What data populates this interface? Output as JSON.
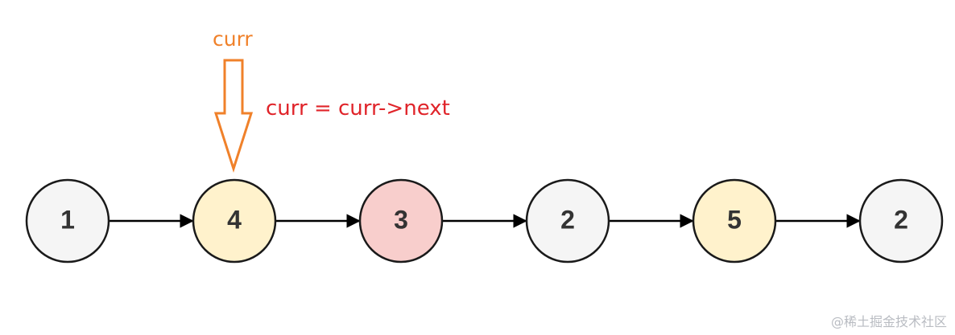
{
  "pointer": {
    "label": "curr",
    "color": "#f0812a",
    "target_index": 1
  },
  "operation": {
    "text": "curr = curr->next",
    "color": "#e0242a"
  },
  "list": {
    "nodes": [
      {
        "value": "1",
        "fill": "#f5f5f5"
      },
      {
        "value": "4",
        "fill": "#fff2cc"
      },
      {
        "value": "3",
        "fill": "#f8cecc"
      },
      {
        "value": "2",
        "fill": "#f5f5f5"
      },
      {
        "value": "5",
        "fill": "#fff2cc"
      },
      {
        "value": "2",
        "fill": "#f5f5f5"
      }
    ],
    "stroke_color": "#1a1a1a",
    "text_color": "#333333"
  },
  "watermark": "@稀土掘金技术社区"
}
